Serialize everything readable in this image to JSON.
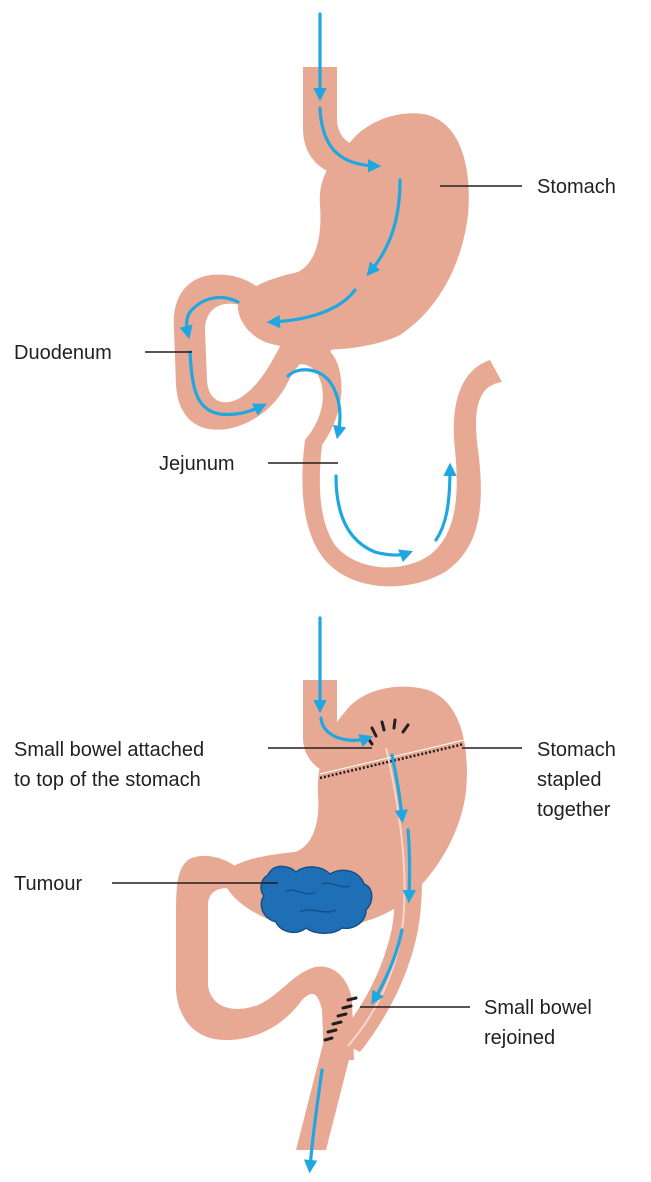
{
  "colors": {
    "tissue": "#e8a994",
    "flow": "#1fa7e1",
    "tumour": "#1f6fb7",
    "tumour_dark": "#14508a",
    "text": "#231f20",
    "background": "#ffffff"
  },
  "diagram_top": {
    "labels": {
      "stomach": "Stomach",
      "duodenum": "Duodenum",
      "jejunum": "Jejunum"
    }
  },
  "diagram_bottom": {
    "labels": {
      "attached_line1": "Small bowel attached",
      "attached_line2": "to top of the stomach",
      "stapled_line1": "Stomach",
      "stapled_line2": "stapled",
      "stapled_line3": "together",
      "tumour": "Tumour",
      "rejoined_line1": "Small bowel",
      "rejoined_line2": "rejoined"
    }
  }
}
